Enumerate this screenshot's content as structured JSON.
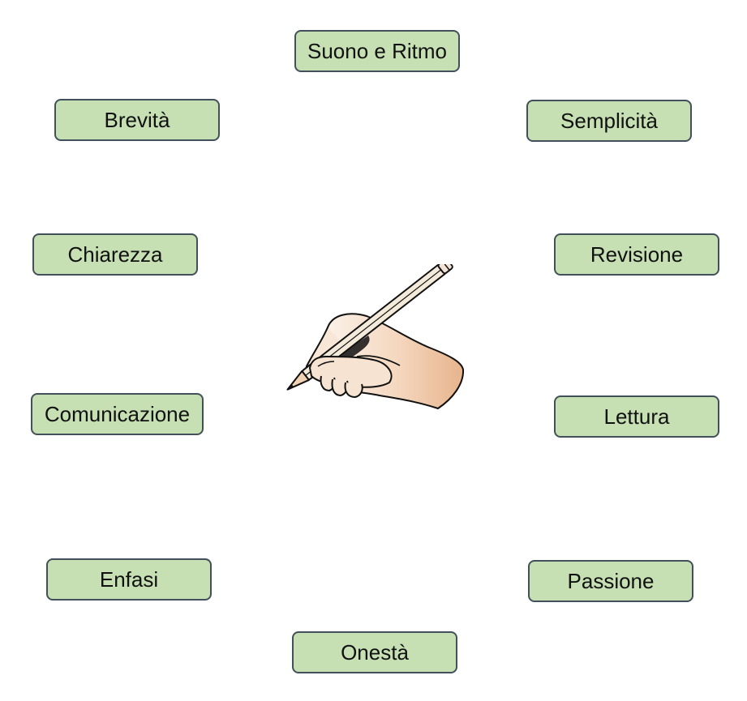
{
  "diagram": {
    "nodes": [
      {
        "id": "suono-e-ritmo",
        "label": "Suono e Ritmo"
      },
      {
        "id": "brevita",
        "label": "Brevità"
      },
      {
        "id": "semplicita",
        "label": "Semplicità"
      },
      {
        "id": "chiarezza",
        "label": "Chiarezza"
      },
      {
        "id": "revisione",
        "label": "Revisione"
      },
      {
        "id": "comunicazione",
        "label": "Comunicazione"
      },
      {
        "id": "lettura",
        "label": "Lettura"
      },
      {
        "id": "enfasi",
        "label": "Enfasi"
      },
      {
        "id": "passione",
        "label": "Passione"
      },
      {
        "id": "onesta",
        "label": "Onestà"
      }
    ],
    "center_icon": "hand-writing-with-pencil-icon",
    "colors": {
      "node_fill": "#c6e0b4",
      "node_border": "#41505a",
      "text": "#111111",
      "skin": "#e8b891",
      "pencil": "#f4ead9"
    }
  }
}
